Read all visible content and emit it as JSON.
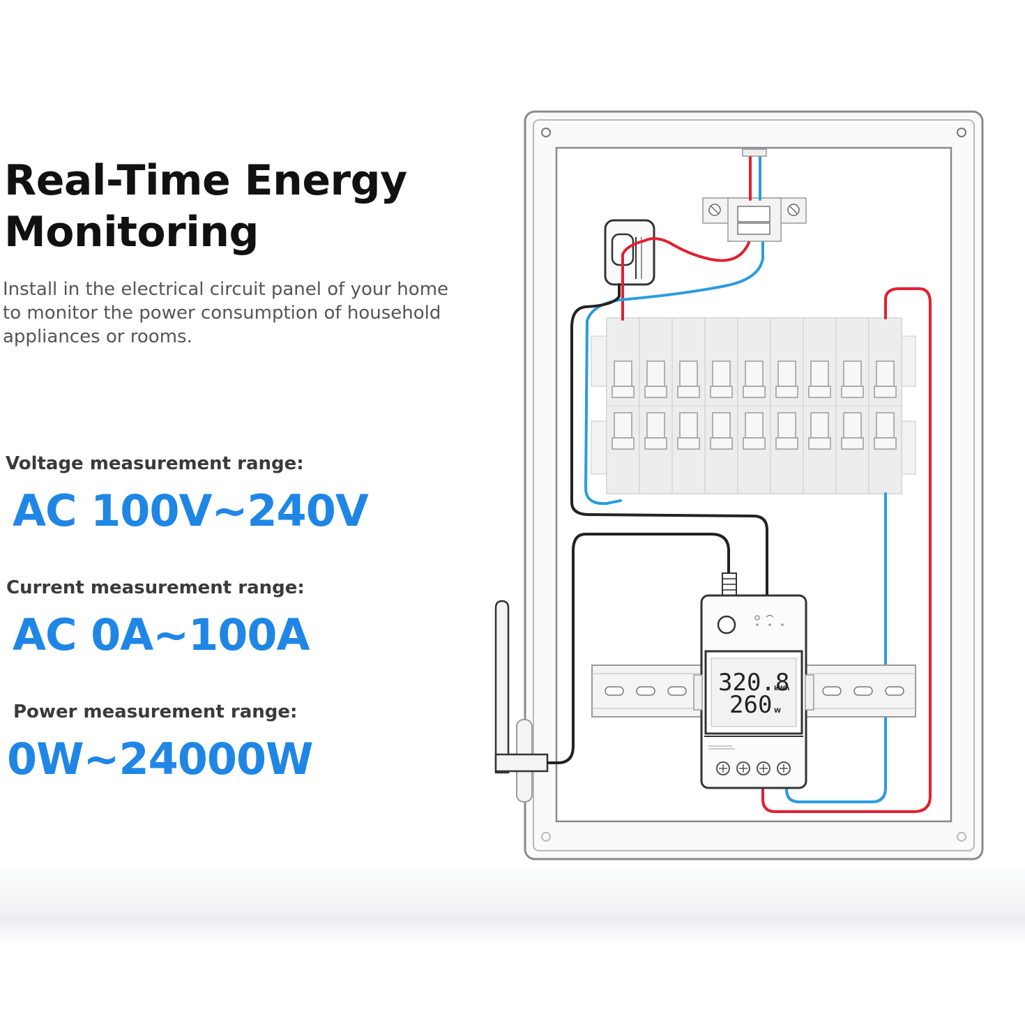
{
  "headline": {
    "line1": "Real-Time Energy",
    "line2": "Monitoring"
  },
  "description": "Install in the electrical circuit panel of your home to monitor the power consumption of household appliances or rooms.",
  "specs": {
    "voltage": {
      "label": "Voltage measurement range:",
      "value": "AC 100V~240V"
    },
    "current": {
      "label": "Current measurement range:",
      "value": "AC 0A~100A"
    },
    "power": {
      "label": "Power measurement range:",
      "value": "0W~24000W"
    }
  },
  "meter_display": {
    "energy_value": "320.8",
    "energy_unit": "kWh",
    "power_value": "260",
    "power_unit": "W"
  },
  "colors": {
    "accent_blue": "#1f86e6",
    "wire_red": "#e02030",
    "wire_blue": "#2a9be0",
    "wire_black": "#222222"
  }
}
